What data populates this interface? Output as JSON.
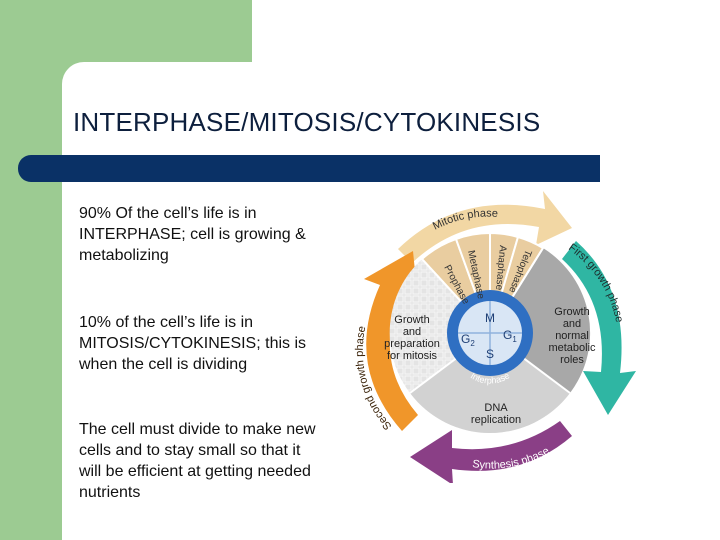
{
  "slide": {
    "title": "INTERPHASE/MITOSIS/CYTOKINESIS",
    "paragraphs": [
      "90% Of the cell’s life is in INTERPHASE; cell is growing & metabolizing",
      "10% of the cell’s life is in MITOSIS/CYTOKINESIS; this is when the cell is dividing",
      "The cell must divide to make new cells and to stay small so that it will be efficient at getting needed nutrients"
    ]
  },
  "diagram": {
    "outer_labels": {
      "mitotic": "Mitotic phase",
      "first_growth": "First growth phase",
      "synthesis": "Synthesis phase",
      "second_growth": "Second growth phase"
    },
    "mitosis_stages": [
      "Prophase",
      "Metaphase",
      "Anaphase",
      "Telophase"
    ],
    "wedges": {
      "right_line1": "Growth",
      "right_line2": "and",
      "right_line3": "normal",
      "right_line4": "metabolic",
      "right_line5": "roles",
      "bottom_line1": "DNA",
      "bottom_line2": "replication",
      "left_line1": "Growth",
      "left_line2": "and",
      "left_line3": "preparation",
      "left_line4": "for mitosis"
    },
    "center": {
      "m": "M",
      "g2": "G",
      "g2_sub": "2",
      "g1": "G",
      "g1_sub": "1",
      "s": "S",
      "interphase": "Interphase"
    },
    "colors": {
      "mitotic_arrow": "#f2d7a4",
      "first_growth_arrow": "#2fb6a3",
      "synthesis_arrow": "#8a3f86",
      "second_growth_arrow": "#f0962a",
      "wedge_right": "#a8a8a8",
      "wedge_bottom": "#d2d2d2",
      "wedge_left": "#e0e0e0",
      "mitosis_segment": "#e9cda0",
      "center_ring": "#2f6fc2"
    }
  }
}
